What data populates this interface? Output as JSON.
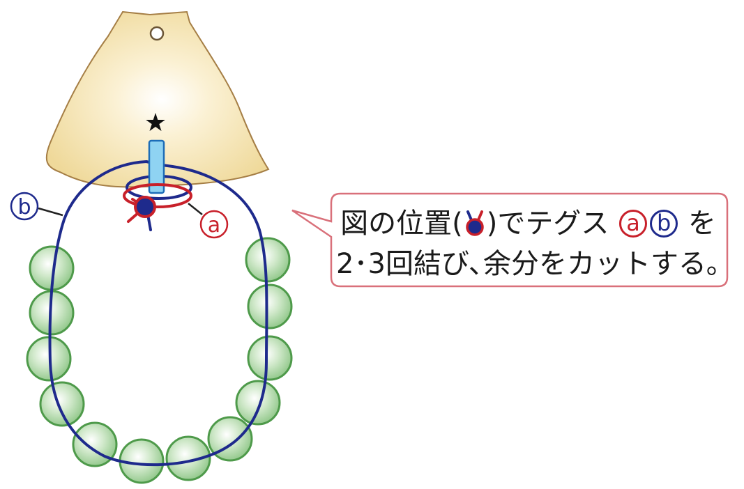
{
  "callout": {
    "line1": {
      "text_a": "図の位置(",
      "knot_icon": "knot-icon",
      "text_b": ")でテグス",
      "label_a": "a",
      "label_b": "b",
      "text_c": "を"
    },
    "line2": "2･3回結び､余分をカットする｡"
  },
  "labels": {
    "a": "a",
    "b": "b"
  },
  "pendant_marker": "★",
  "colors": {
    "thread_a": "#c8202a",
    "thread_b": "#1e2a8c",
    "pendant": "#f2dfa0",
    "pendant_border": "#a57e45",
    "bead": "#9ccf95",
    "bead_border": "#4e9a4a",
    "bail": "#8fd3f2",
    "callout_border": "#d9707a"
  }
}
